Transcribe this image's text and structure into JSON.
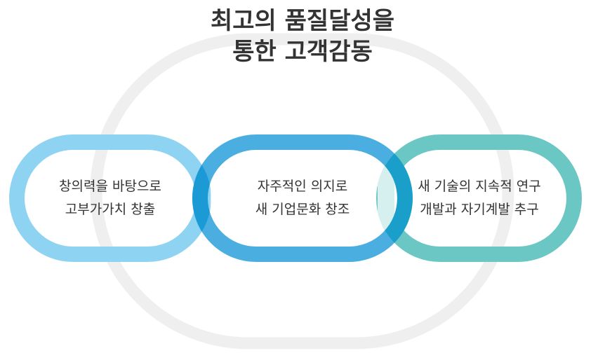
{
  "title": {
    "line1": "최고의 품질달성을",
    "line2": "통한 고객감동"
  },
  "nodes": [
    {
      "line1": "창의력을 바탕으로",
      "line2": "고부가가치 창출",
      "color": "#8fd3f2"
    },
    {
      "line1": "자주적인 의지로",
      "line2": "새 기업문화 창조",
      "color": "#4aafe0"
    },
    {
      "line1": "새 기술의 지속적 연구",
      "line2": "개발과 자기계발 추구",
      "color": "#6ac7c4"
    }
  ],
  "colors": {
    "outer_ring": "#efefef",
    "overlap_left": "#1b9ad6",
    "overlap_right": "#1a9fca",
    "text": "#333333"
  }
}
